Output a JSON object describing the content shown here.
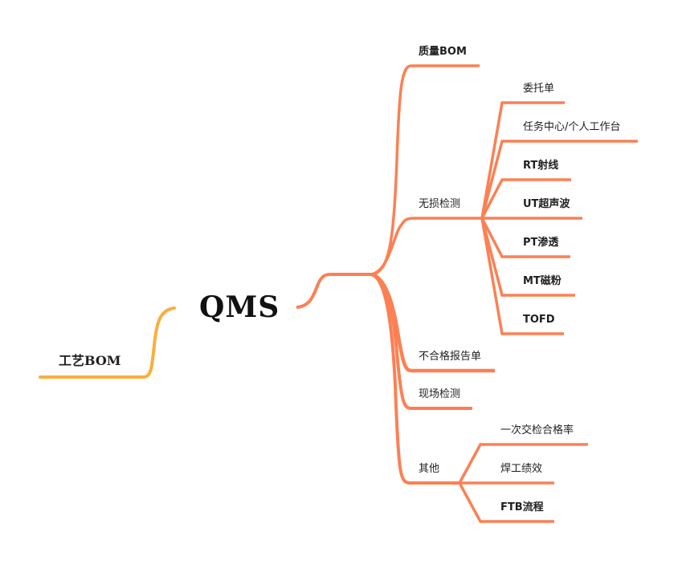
{
  "colors": {
    "right_branch": "#FC8054",
    "left_branch": "#FBAE3C",
    "text": "#1f1f1f"
  },
  "root": {
    "label": "QMS"
  },
  "left": {
    "label": "工艺BOM"
  },
  "right": {
    "branches": [
      {
        "label": "质量BOM",
        "children": []
      },
      {
        "label": "无损检测",
        "children": [
          "委托单",
          "任务中心/个人工作台",
          "RT射线",
          "UT超声波",
          "PT渗透",
          "MT磁粉",
          "TOFD"
        ]
      },
      {
        "label": "不合格报告单",
        "children": []
      },
      {
        "label": "现场检测",
        "children": []
      },
      {
        "label": "其他",
        "children": [
          "一次交检合格率",
          "焊工绩效",
          "FTB流程"
        ]
      }
    ]
  }
}
